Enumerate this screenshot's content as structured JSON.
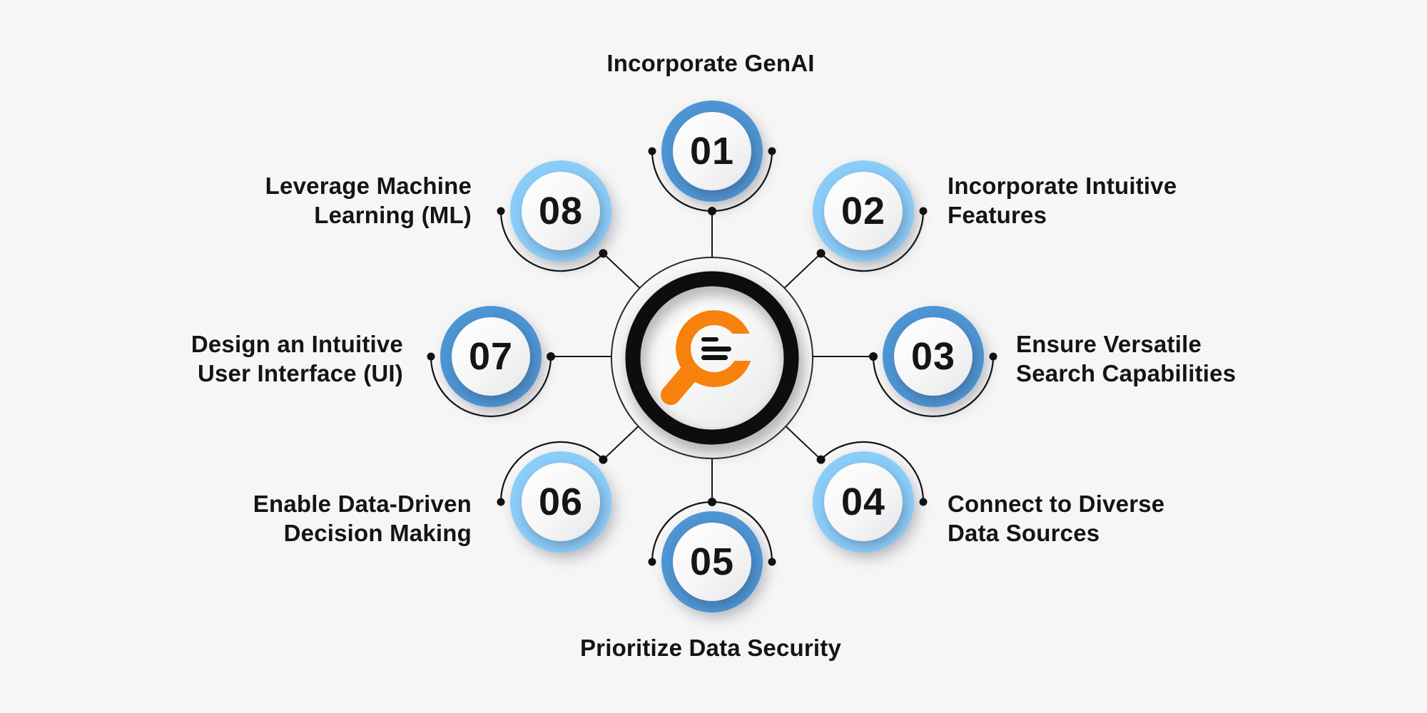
{
  "colors": {
    "background": "#F6F6F6",
    "ring_dark_blue": "#4E95D4",
    "ring_light_blue": "#8BCDF9",
    "logo_orange": "#F6820D",
    "ink": "#141414"
  },
  "center": {
    "icon": "magnifier-with-list-lines-logo"
  },
  "nodes": [
    {
      "number": "01",
      "label_lines": [
        "Incorporate GenAI"
      ],
      "ring_color": "#4E95D4"
    },
    {
      "number": "02",
      "label_lines": [
        "Incorporate Intuitive",
        "Features"
      ],
      "ring_color": "#8BCDF9"
    },
    {
      "number": "03",
      "label_lines": [
        "Ensure Versatile",
        "Search Capabilities"
      ],
      "ring_color": "#4E95D4"
    },
    {
      "number": "04",
      "label_lines": [
        "Connect to Diverse",
        "Data Sources"
      ],
      "ring_color": "#8BCDF9"
    },
    {
      "number": "05",
      "label_lines": [
        "Prioritize Data Security"
      ],
      "ring_color": "#4E95D4"
    },
    {
      "number": "06",
      "label_lines": [
        "Enable Data-Driven",
        "Decision Making"
      ],
      "ring_color": "#8BCDF9"
    },
    {
      "number": "07",
      "label_lines": [
        "Design an Intuitive",
        "User Interface (UI)"
      ],
      "ring_color": "#4E95D4"
    },
    {
      "number": "08",
      "label_lines": [
        "Leverage Machine",
        "Learning (ML)"
      ],
      "ring_color": "#8BCDF9"
    }
  ]
}
